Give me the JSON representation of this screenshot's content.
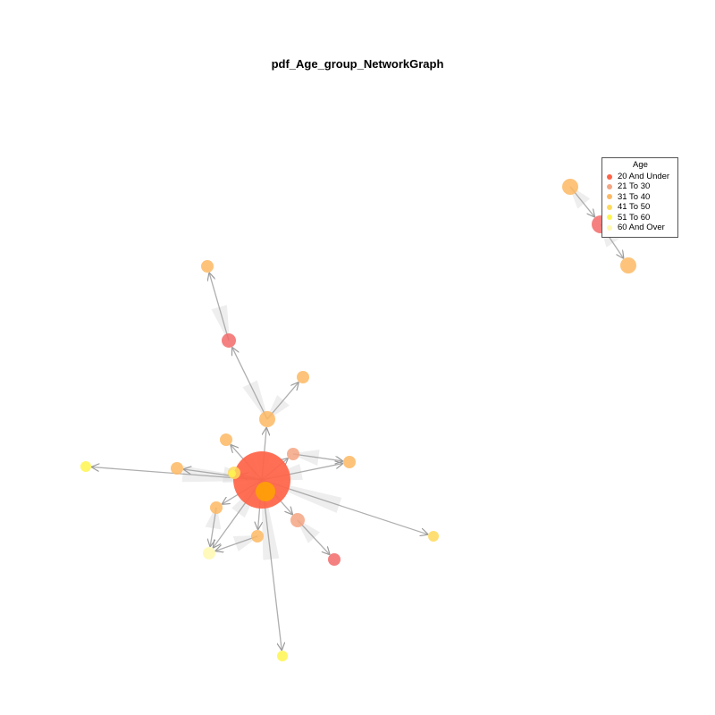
{
  "title": "pdf_Age_group_NetworkGraph",
  "legend": {
    "title": "Age",
    "items": [
      {
        "label": "20 And Under",
        "color": "#FF6347"
      },
      {
        "label": "21 To 30",
        "color": "#F4A582"
      },
      {
        "label": "31 To 40",
        "color": "#FDB863"
      },
      {
        "label": "41 To 50",
        "color": "#FFD95A"
      },
      {
        "label": "51 To 60",
        "color": "#FFF44F"
      },
      {
        "label": "60 And Over",
        "color": "#FFF8B0"
      }
    ]
  },
  "colors": {
    "edge": "#9a9a9a",
    "edge_shadow": "#d9d9d9",
    "hub_node": "#FF6347",
    "under20_small": "#F36A6A"
  },
  "graph": {
    "hub_nodes": [
      {
        "id": "hub-main",
        "group": "20 And Under"
      },
      {
        "id": "hub-secondary",
        "group": "20 And Under"
      }
    ],
    "peripheral_nodes": [
      {
        "id": "n1",
        "group": "31 To 40"
      },
      {
        "id": "n2",
        "group": "20 And Under"
      },
      {
        "id": "n3",
        "group": "31 To 40"
      },
      {
        "id": "n4",
        "group": "31 To 40"
      },
      {
        "id": "n5",
        "group": "31 To 40"
      },
      {
        "id": "n6",
        "group": "21 To 30"
      },
      {
        "id": "n7",
        "group": "31 To 40"
      },
      {
        "id": "n8",
        "group": "51 To 60"
      },
      {
        "id": "n9",
        "group": "31 To 40"
      },
      {
        "id": "n10",
        "group": "41 To 50"
      },
      {
        "id": "n11",
        "group": "31 To 40"
      },
      {
        "id": "n12",
        "group": "31 To 40"
      },
      {
        "id": "n13",
        "group": "21 To 30"
      },
      {
        "id": "n14",
        "group": "41 To 50"
      },
      {
        "id": "n15",
        "group": "60 And Over"
      },
      {
        "id": "n16",
        "group": "20 And Under"
      },
      {
        "id": "n17",
        "group": "51 To 60"
      },
      {
        "id": "n18",
        "group": "51 To 60"
      },
      {
        "id": "c1",
        "group": "31 To 40"
      },
      {
        "id": "c2",
        "group": "20 And Under"
      },
      {
        "id": "c3",
        "group": "31 To 40"
      }
    ]
  }
}
